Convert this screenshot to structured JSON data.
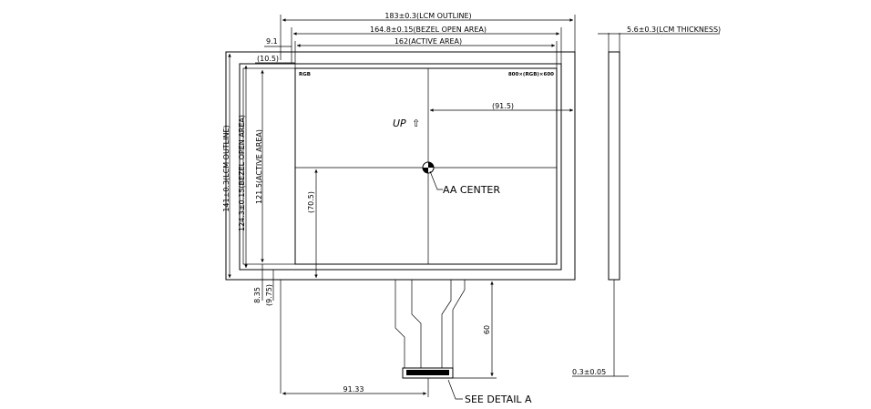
{
  "colors": {
    "line": "#000000",
    "background": "#ffffff"
  },
  "dimensions": {
    "lcm_outline_width": "183±0.3(LCM OUTLINE)",
    "bezel_open_width": "164.8±0.15(BEZEL OPEN AREA)",
    "active_area_width": "162(ACTIVE AREA)",
    "lcm_thickness": "5.6±0.3(LCM THICKNESS)",
    "offset_left_top": "9.1",
    "offset_left_inner": "(10.5)",
    "lcm_outline_height": "141±0.3(LCM OUTLINE)",
    "bezel_open_height": "124.3±0.15(BEZEL OPEN AREA)",
    "active_area_height": "121.5(ACTIVE AREA)",
    "half_width": "(91.5)",
    "half_height": "(70.5)",
    "bottom_offset": "8.35",
    "bottom_offset_ref": "(9.75)",
    "fpc_length": "60",
    "fpc_offset": "91.33",
    "fpc_thickness": "0.3±0.05"
  },
  "labels": {
    "rgb": "RGB",
    "resolution": "800×(RGB)×600",
    "up": "UP",
    "up_arrow": "⇧",
    "aa_center": "AA CENTER",
    "see_detail": "SEE DETAIL A"
  }
}
